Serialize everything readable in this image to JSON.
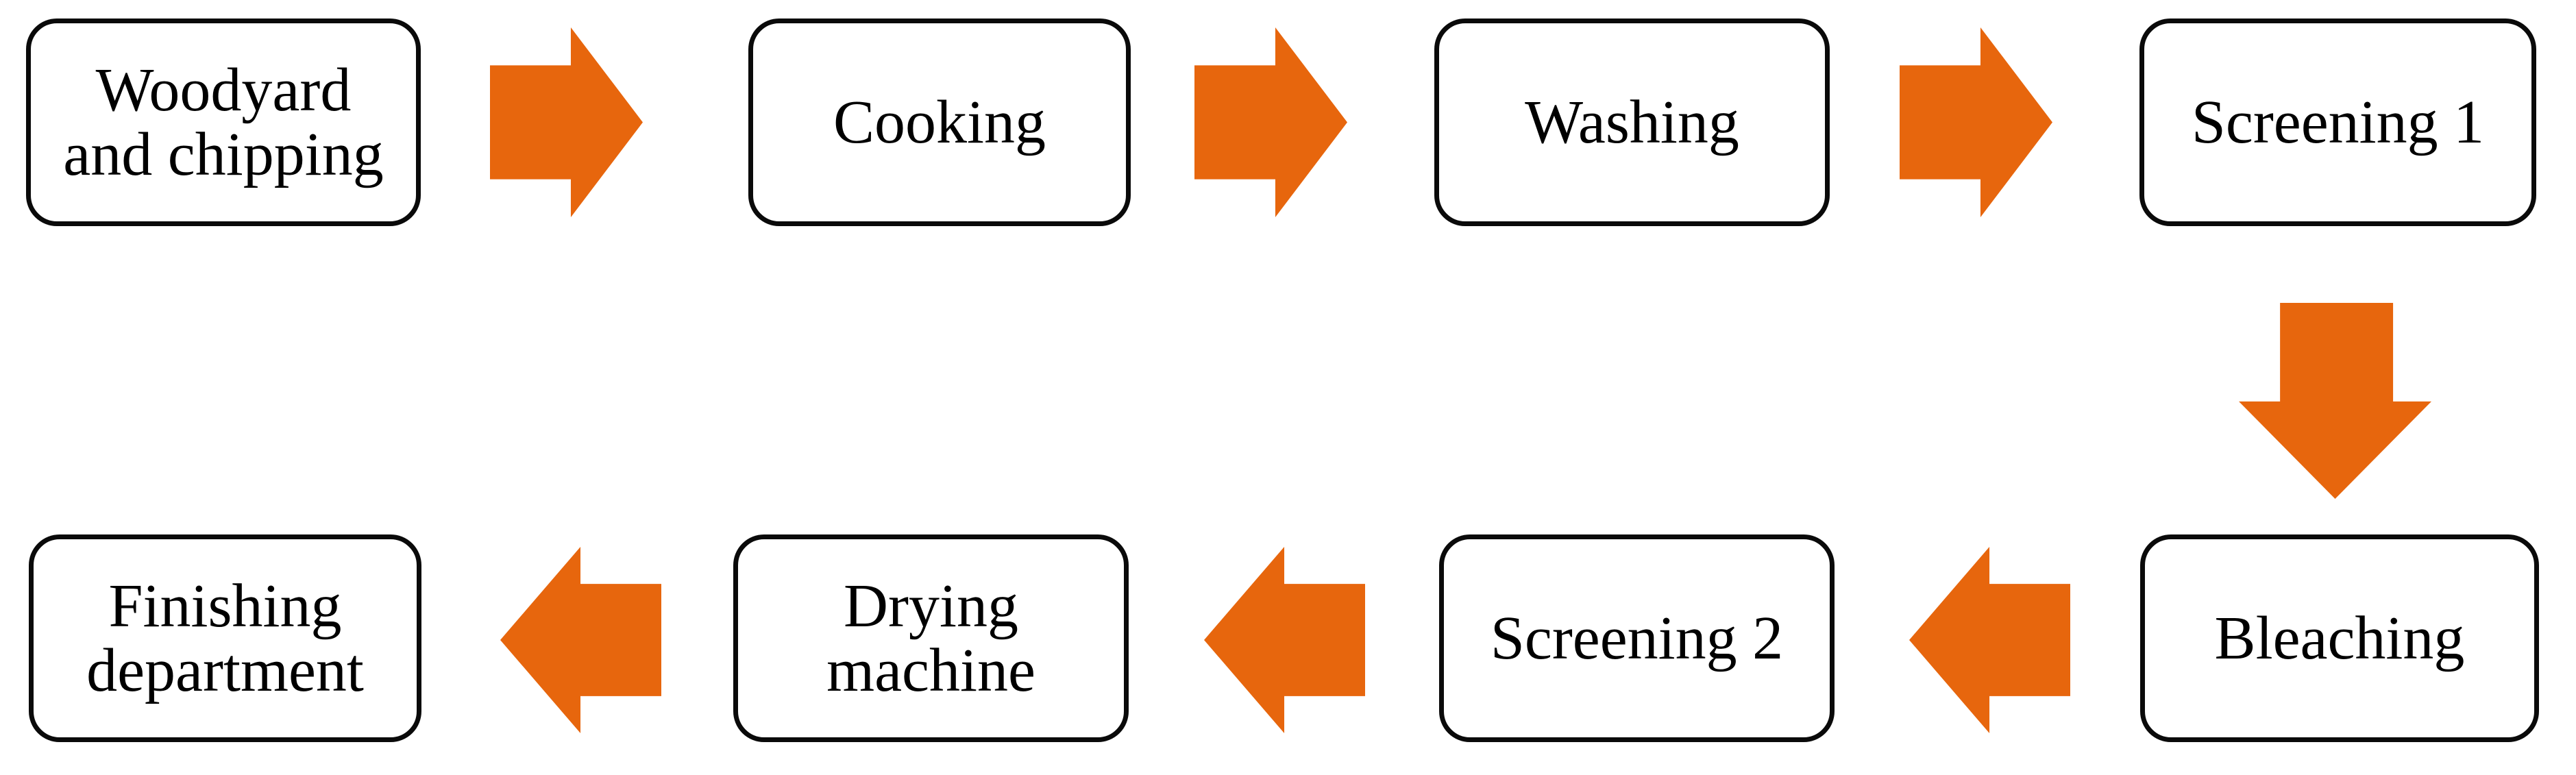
{
  "diagram": {
    "type": "process-flowchart",
    "colors": {
      "arrow": "#E7660D",
      "box_border": "#0a0a0a",
      "box_fill": "#ffffff",
      "background": "#ffffff",
      "text": "#000000"
    },
    "nodes": [
      {
        "id": "woodyard",
        "label": "Woodyard\nand chipping"
      },
      {
        "id": "cooking",
        "label": "Cooking"
      },
      {
        "id": "washing",
        "label": "Washing"
      },
      {
        "id": "screening1",
        "label": "Screening 1"
      },
      {
        "id": "bleaching",
        "label": "Bleaching"
      },
      {
        "id": "screening2",
        "label": "Screening 2"
      },
      {
        "id": "drying",
        "label": "Drying\nmachine"
      },
      {
        "id": "finishing",
        "label": "Finishing\ndepartment"
      }
    ],
    "connections": [
      {
        "from": "Woodyard and chipping",
        "to": "Cooking",
        "direction": "right"
      },
      {
        "from": "Cooking",
        "to": "Washing",
        "direction": "right"
      },
      {
        "from": "Washing",
        "to": "Screening 1",
        "direction": "right"
      },
      {
        "from": "Screening 1",
        "to": "Bleaching",
        "direction": "down"
      },
      {
        "from": "Bleaching",
        "to": "Screening 2",
        "direction": "left"
      },
      {
        "from": "Screening 2",
        "to": "Drying machine",
        "direction": "left"
      },
      {
        "from": "Drying machine",
        "to": "Finishing department",
        "direction": "left"
      }
    ]
  }
}
